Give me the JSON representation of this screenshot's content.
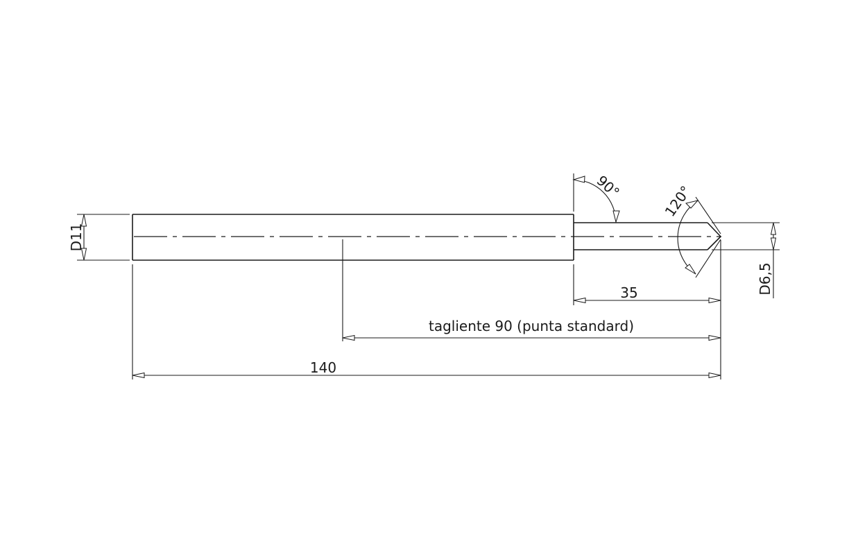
{
  "drawing": {
    "dims": {
      "shank_diameter": "D11",
      "tip_diameter": "D6,5",
      "tip_length": "35",
      "cutting_length": "tagliente 90 (punta standard)",
      "total_length": "140",
      "shoulder_angle": "90°",
      "point_angle": "120°"
    }
  }
}
